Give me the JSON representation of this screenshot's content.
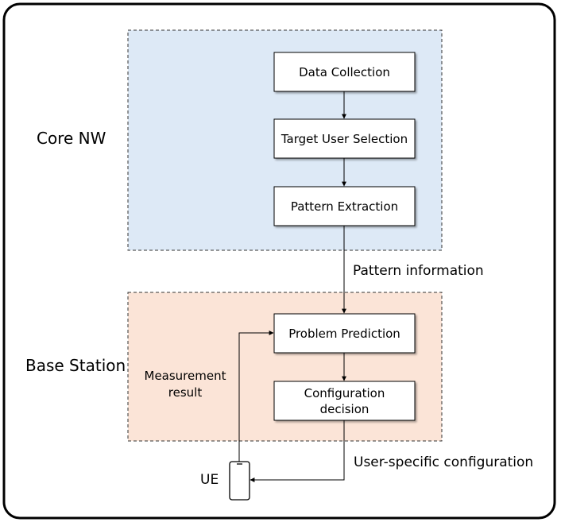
{
  "regions": {
    "core": {
      "label": "Core NW",
      "fill": "#dde9f6"
    },
    "base": {
      "label": "Base Station",
      "fill": "#fbe4d7"
    }
  },
  "nodes": {
    "data_collection": "Data Collection",
    "target_user_selection": "Target User Selection",
    "pattern_extraction": "Pattern Extraction",
    "problem_prediction": "Problem Prediction",
    "configuration_decision": "Configuration decision",
    "ue": "UE"
  },
  "edges": {
    "pattern_information": "Pattern information",
    "measurement_result": "Measurement result",
    "user_specific_configuration": "User-specific configuration"
  }
}
